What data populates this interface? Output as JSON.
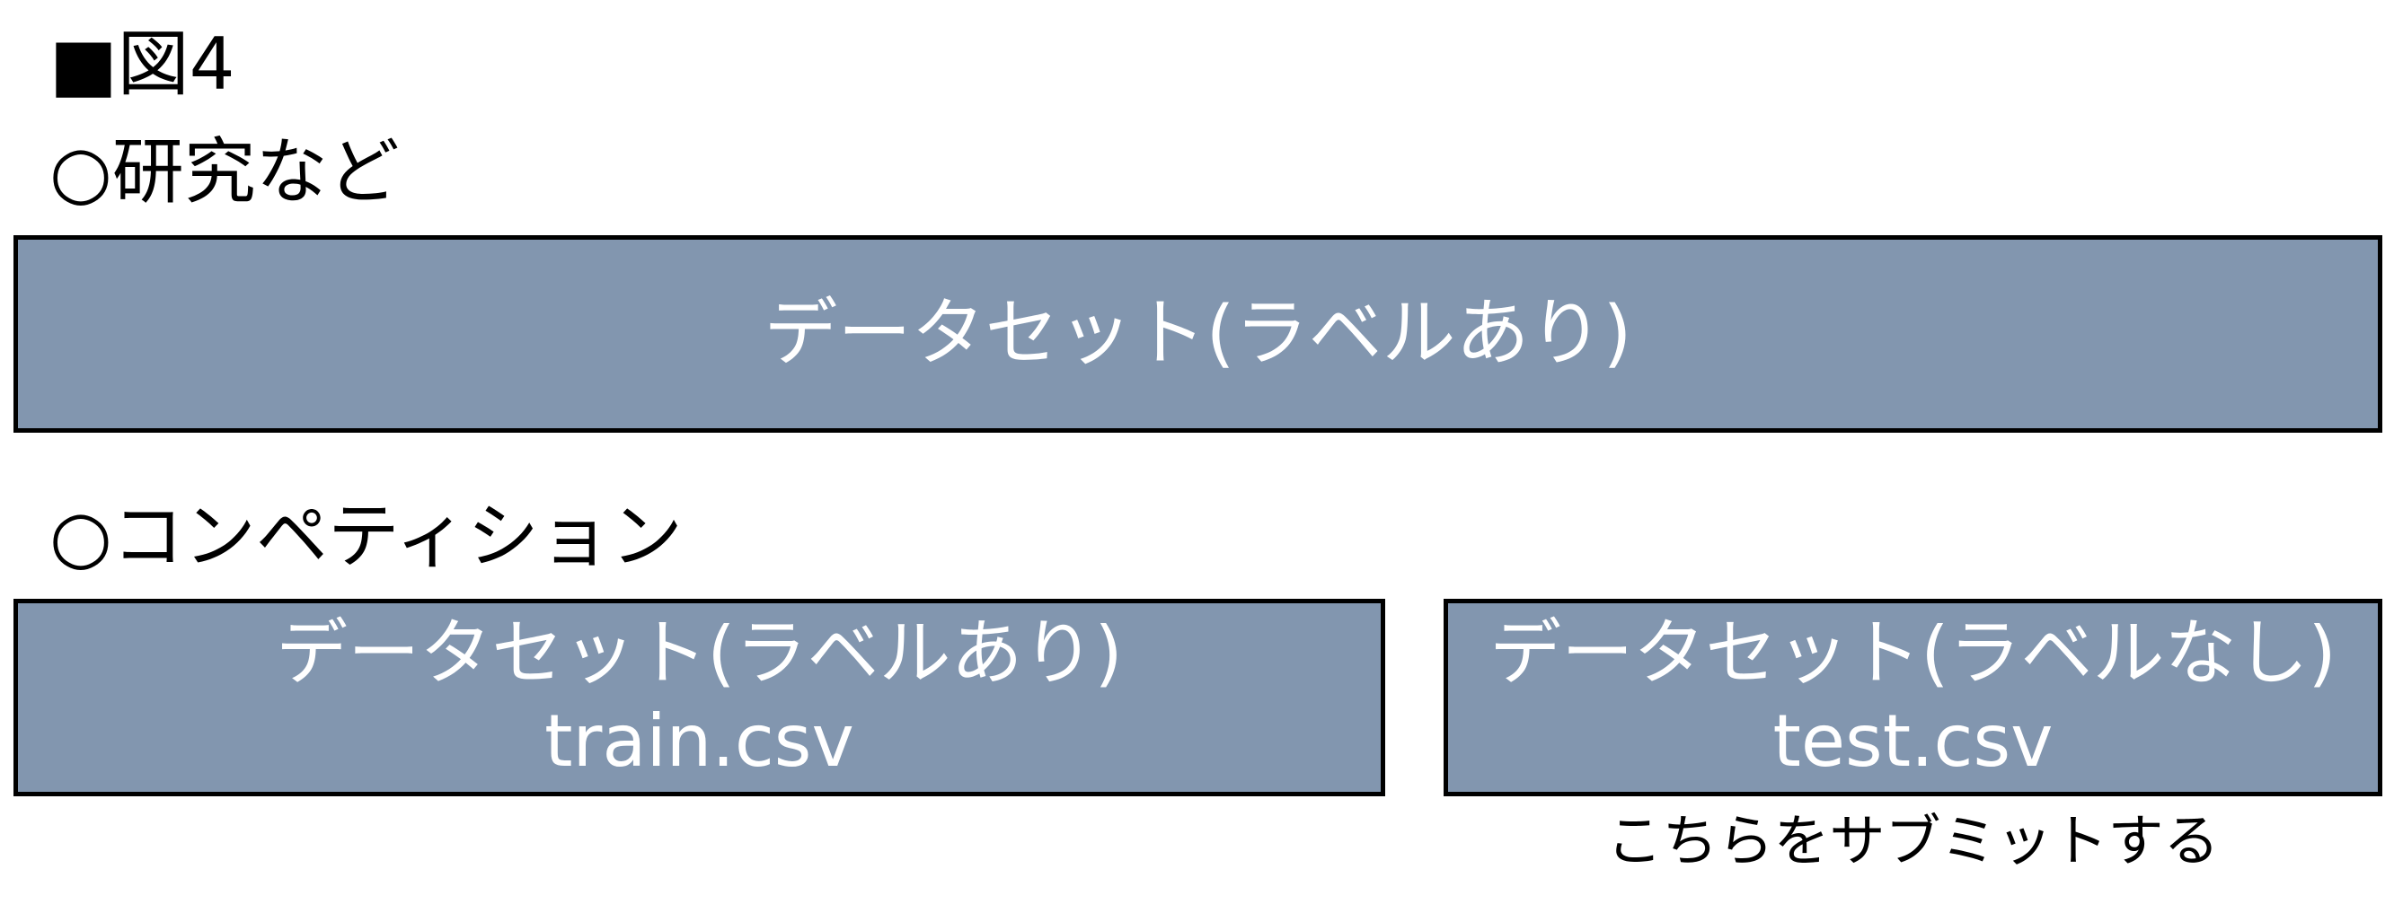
{
  "figure_label": "■図4",
  "research": {
    "heading": "○研究など",
    "dataset_box": {
      "label": "データセット(ラベルあり)"
    }
  },
  "competition": {
    "heading": "○コンペティション",
    "train_box": {
      "label": "データセット(ラベルあり)",
      "file": "train.csv"
    },
    "test_box": {
      "label": "データセット(ラベルなし)",
      "file": "test.csv"
    },
    "submit_note": "こちらをサブミットする"
  },
  "colors": {
    "box_fill": "#8296af",
    "box_border": "#000000",
    "box_text": "#ffffff"
  }
}
